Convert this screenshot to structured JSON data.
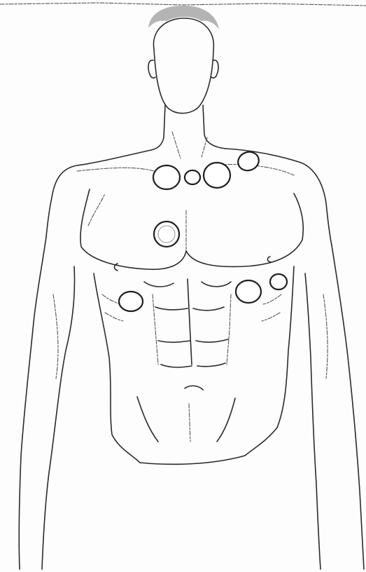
{
  "figure": {
    "subject": "front-torso-sketch",
    "electrode_count": 8,
    "ink_color": "#2a2a2a",
    "paper_color": "#fdfdfd",
    "electrode_fill": "#ffffff"
  },
  "electrodes": [
    {
      "name": "electrode-left-clavicle"
    },
    {
      "name": "electrode-sternal-notch"
    },
    {
      "name": "electrode-right-clavicle"
    },
    {
      "name": "electrode-right-shoulder"
    },
    {
      "name": "electrode-sternum"
    },
    {
      "name": "electrode-left-lower-chest"
    },
    {
      "name": "electrode-right-lower-chest"
    },
    {
      "name": "electrode-right-rib"
    }
  ]
}
